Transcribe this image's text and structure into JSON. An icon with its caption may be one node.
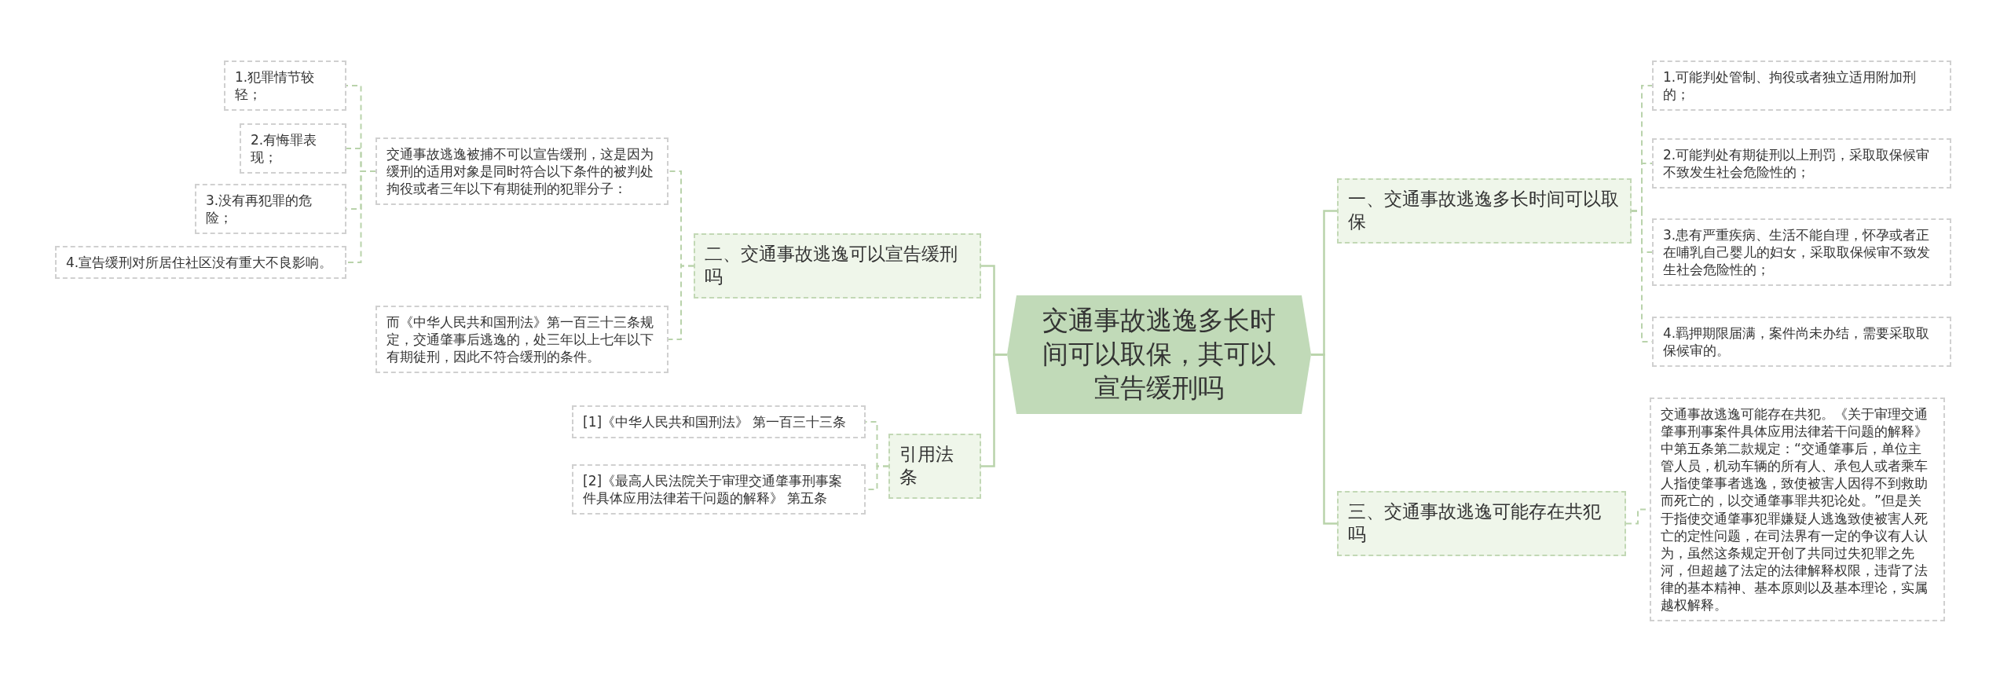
{
  "diagram": {
    "nodes": [
      {
        "text": [
          "交通事故逃逸多长时间可以取保，其可以宣告缓刑吗"
        ]
      },
      {
        "text": [
          "二、交通事故逃逸可以宣告缓刑吗"
        ]
      },
      {
        "text": [
          "交通事故逃逸被捕不可以宣告缓刑，这是因为缓刑的适用对象是同时符合以下条件的被判处拘役或者三年以下有期徒刑的犯罪分子："
        ]
      },
      {
        "text": [
          "1.犯罪情节较轻；"
        ]
      },
      {
        "text": [
          "2.有悔罪表现；"
        ]
      },
      {
        "text": [
          "3.没有再犯罪的危险；"
        ]
      },
      {
        "text": [
          "4.宣告缓刑对所居住社区没有重大不良影响。"
        ]
      },
      {
        "text": [
          "而《中华人民共和国刑法》第一百三十三条规定，交通肇事后逃逸的，处三年以上七年以下有期徒刑，因此不符合缓刑的条件。"
        ]
      },
      {
        "text": [
          "引用法条"
        ]
      },
      {
        "text": [
          "[1]《中华人民共和国刑法》 第一百三十三条"
        ]
      },
      {
        "text": [
          "[2]《最高人民法院关于审理交通肇事刑事案件具体应用法律若干问题的解释》 第五条"
        ]
      },
      {
        "text": [
          "一、交通事故逃逸多长时间可以取保"
        ]
      },
      {
        "text": [
          "1.可能判处管制、拘役或者独立适用附加刑的；"
        ]
      },
      {
        "text": [
          "2.可能判处有期徒刑以上刑罚，采取取保候审不致发生社会危险性的；"
        ]
      },
      {
        "text": [
          "3.患有严重疾病、生活不能自理，怀孕或者正在哺乳自己婴儿的妇女，采取取保候审不致发生社会危险性的；"
        ]
      },
      {
        "text": [
          "4.羁押期限届满，案件尚未办结，需要采取取保候审的。"
        ]
      },
      {
        "text": [
          "三、交通事故逃逸可能存在共犯吗"
        ]
      },
      {
        "text": [
          "交通事故逃逸可能存在共犯。《关于审理交通肇事刑事案件具体应用法律若干问题的解释》中第五条第二款规定：“交通肇事后，单位主管人员，机动车辆的所有人、承包人或者乘车人指使肇事者逃逸，致使被害人因得不到救助而死亡的，以交通肇事罪共犯论处。”但是关于指使交通肇事犯罪嫌疑人逃逸致使被害人死亡的定性问题，在司法界有一定的争议有人认为，虽然这条规定开创了共同过失犯罪之先河，但超越了法定的法律解释权限，违背了法律的基本精神、基本原则以及基本理论，实属越权解释。"
        ]
      }
    ],
    "edges": [
      {
        "from": 0,
        "to": 1,
        "arrow": "none"
      },
      {
        "from": 1,
        "to": 2,
        "arrow": "none",
        "style": "dashed"
      },
      {
        "from": 2,
        "to": 3,
        "arrow": "none",
        "style": "dashed"
      },
      {
        "from": 2,
        "to": 4,
        "arrow": "none",
        "style": "dashed"
      },
      {
        "from": 2,
        "to": 5,
        "arrow": "none",
        "style": "dashed"
      },
      {
        "from": 2,
        "to": 6,
        "arrow": "none",
        "style": "dashed"
      },
      {
        "from": 1,
        "to": 7,
        "arrow": "none",
        "style": "dashed"
      },
      {
        "from": 0,
        "to": 8,
        "arrow": "none"
      },
      {
        "from": 8,
        "to": 9,
        "arrow": "none",
        "style": "dashed"
      },
      {
        "from": 8,
        "to": 10,
        "arrow": "none",
        "style": "dashed"
      },
      {
        "from": 0,
        "to": 11,
        "arrow": "none"
      },
      {
        "from": 11,
        "to": 12,
        "arrow": "none",
        "style": "dashed"
      },
      {
        "from": 11,
        "to": 13,
        "arrow": "none",
        "style": "dashed"
      },
      {
        "from": 11,
        "to": 14,
        "arrow": "none",
        "style": "dashed"
      },
      {
        "from": 11,
        "to": 15,
        "arrow": "none",
        "style": "dashed"
      },
      {
        "from": 0,
        "to": 16,
        "arrow": "none"
      },
      {
        "from": 16,
        "to": 17,
        "arrow": "none",
        "style": "dashed"
      }
    ]
  }
}
